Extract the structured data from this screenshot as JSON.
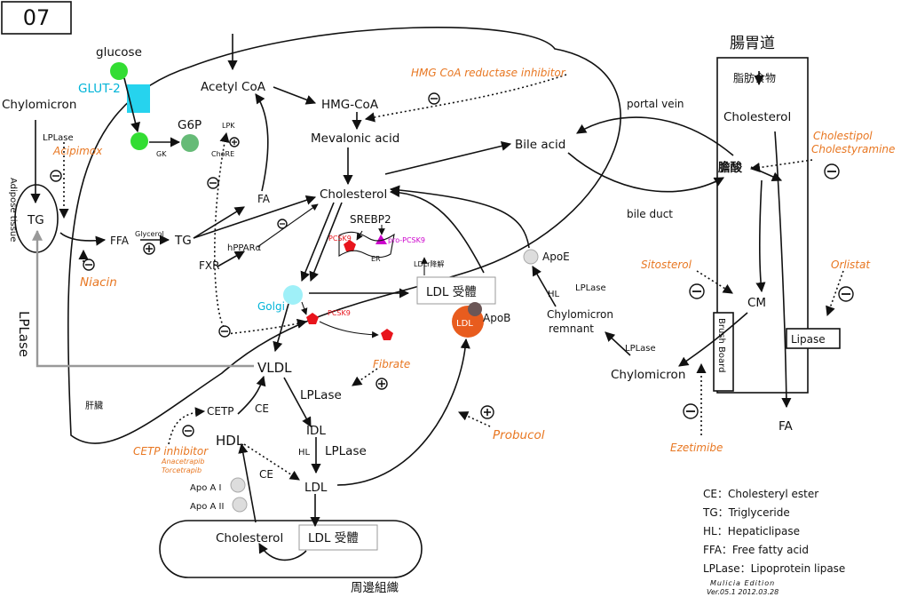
{
  "header": {
    "number": "07"
  },
  "regions": {
    "gut_title": "腸胃道",
    "liver": "肝臟",
    "peripheral": "周邊組織",
    "adipose": "Adipose tissue",
    "brush_board": "Brush Board"
  },
  "molecules": {
    "glucose": "glucose",
    "glut2": "GLUT-2",
    "chylomicron_left": "Chylomicron",
    "lplase_left": "LPLase",
    "acipimox": "Acipimox",
    "tg_adipose": "TG",
    "niacin": "Niacin",
    "lplase_big": "LPLase",
    "gk": "GK",
    "g6p": "G6P",
    "lpk": "LPK",
    "chore": "ChoRE",
    "acetyl_coa": "Acetyl CoA",
    "hmg_coa": "HMG-CoA",
    "hmg_inhibitor": "HMG CoA reductase inhibitor",
    "mevalonic": "Mevalonic acid",
    "cholesterol_liver": "Cholesterol",
    "bile_acid": "Bile acid",
    "fa_liver": "FA",
    "ffa": "FFA",
    "glycerol": "Glycerol",
    "tg_liver": "TG",
    "hppara": "hPPARα",
    "fxr": "FXR",
    "srebp2": "SREBP2",
    "pcsk9_er": "PCSK9",
    "pro_pcsk9": "pro-PCSK9",
    "er": "ER",
    "ldlr_degrade": "LDLr降解",
    "golgi": "Golgi",
    "pcsk9_golgi": "PCSK9",
    "ldl_receptor_liver": "LDL 受體",
    "ldl_particle": "LDL",
    "apob": "ApoB",
    "apoe": "ApoE",
    "vldl": "VLDL",
    "lplase_vldl": "LPLase",
    "fibrate": "Fibrate",
    "idl": "IDL",
    "hl_idl": "HL",
    "lplase_idl": "LPLase",
    "ldl": "LDL",
    "probucol": "Probucol",
    "cetp": "CETP",
    "ce_top": "CE",
    "cetp_inhibitor": "CETP inhibitor",
    "anacetrapib": "Anacetrapib",
    "torcetrapib": "Torcetrapib",
    "hdl": "HDL",
    "ce_bottom": "CE",
    "apo_a1": "Apo A I",
    "apo_a2": "Apo A II",
    "cholesterol_peripheral": "Cholesterol",
    "ldl_receptor_peripheral": "LDL 受體",
    "hl_remnant": "HL",
    "lplase_remnant": "LPLase",
    "chylomicron_remnant_1": "Chylomicron",
    "chylomicron_remnant_2": "remnant",
    "lplase_chylo": "LPLase",
    "chylomicron_gut": "Chylomicron",
    "portal_vein": "portal vein",
    "bile_duct": "bile duct",
    "fat_food": "脂肪食物",
    "cholesterol_gut": "Cholesterol",
    "bile_acid_gut": "膽酸",
    "cholestipol": "Cholestipol",
    "cholestyramine": "Cholestyramine",
    "sitosterol": "Sitosterol",
    "orlistat": "Orlistat",
    "cm": "CM",
    "lipase": "Lipase",
    "fa_gut": "FA",
    "ezetimibe": "Ezetimibe"
  },
  "signs": {
    "minus": "⊖",
    "plus": "⊕"
  },
  "legend": [
    "CE：Cholesteryl ester",
    "TG：Triglyceride",
    "HL：Hepaticlipase",
    "FFA：Free fatty acid",
    "LPLase：Lipoprotein lipase"
  ],
  "footer": {
    "author": "Mulicia Edition",
    "version": "Ver.05.1 2012.03.28"
  },
  "colors": {
    "drug": "#e87722",
    "glut": "#00b4d8",
    "glucose": "#33dd33",
    "g6p": "#66bb77",
    "pcsk9": "#e8141c",
    "pro_pcsk9": "#cc00cc",
    "ldl_particle": "#e85c1e",
    "apob": "#6b5656",
    "grey_particle": "#dddddd"
  }
}
